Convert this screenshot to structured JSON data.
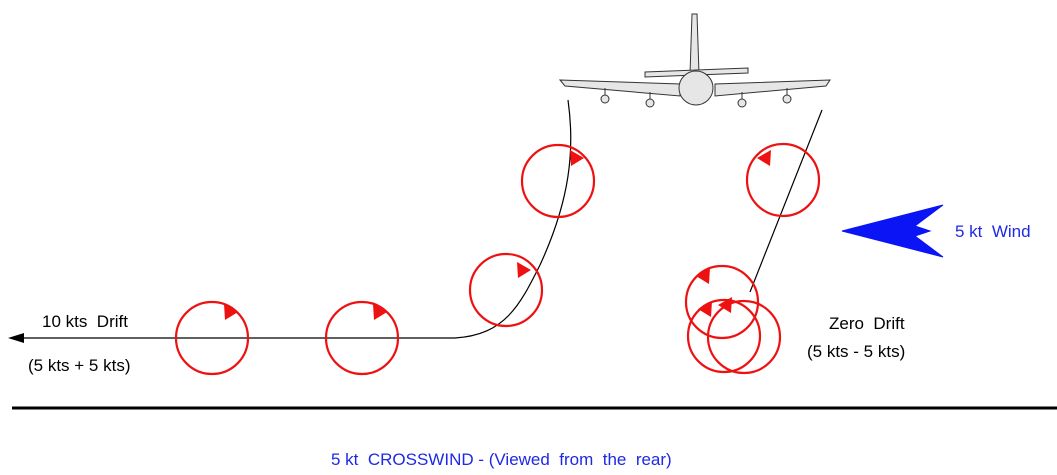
{
  "diagram": {
    "caption": "5 kt  CROSSWIND - (Viewed  from  the  rear)",
    "left_drift": {
      "title": "10 kts  Drift",
      "detail": "(5 kts + 5 kts)"
    },
    "right_drift": {
      "title": "Zero  Drift",
      "detail": "(5 kts - 5 kts)"
    },
    "wind": {
      "label": "5 kt  Wind",
      "arrow_color": "#0a14f5",
      "direction": "right-to-left"
    },
    "colors": {
      "vortex": "#ee1111",
      "line": "#000000",
      "label_blue": "#1e28e6"
    },
    "icons": [
      "airplane-icon",
      "wind-arrow-icon",
      "drift-arrow-icon"
    ]
  }
}
